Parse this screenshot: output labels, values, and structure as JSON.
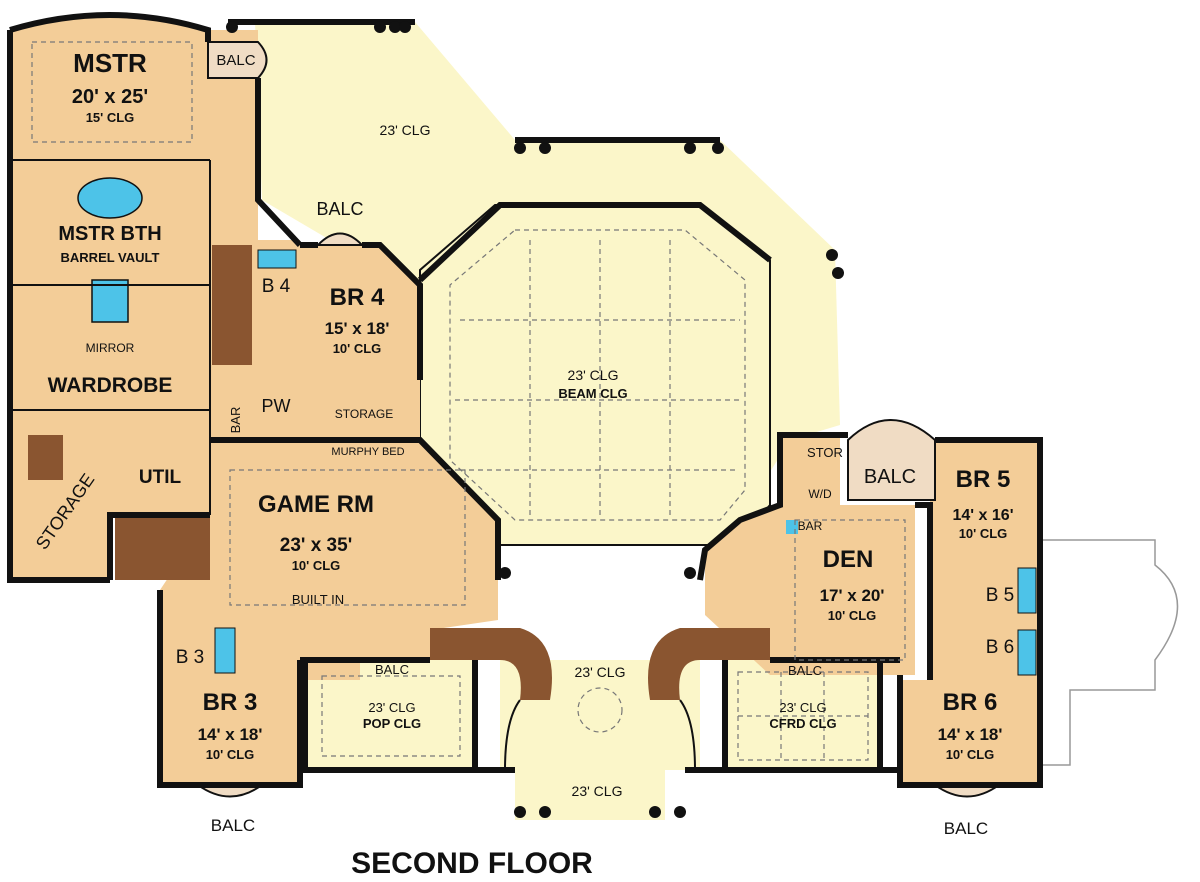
{
  "title": "SECOND FLOOR",
  "colors": {
    "room_fill": "#f3cd98",
    "open_fill": "#fbf6c9",
    "wall": "#111111",
    "stair": "#8a5530",
    "water": "#4dc3e8",
    "balcony": "#f0dcc4"
  },
  "rooms": {
    "mstr": {
      "name": "MSTR",
      "dim": "20' x 25'",
      "clg": "15' CLG"
    },
    "mstr_bth": {
      "name": "MSTR BTH",
      "note": "BARREL VAULT"
    },
    "mirror": "MIRROR",
    "wardrobe": "WARDROBE",
    "storage_left": "STORAGE",
    "util": "UTIL",
    "br4": {
      "name": "BR 4",
      "dim": "15' x 18'",
      "clg": "10' CLG"
    },
    "b4": "B 4",
    "pw": "PW",
    "bar_left": "BAR",
    "storage_mid": "STORAGE",
    "murphy": "MURPHY BED",
    "game": {
      "name": "GAME RM",
      "dim": "23' x 35'",
      "clg": "10' CLG"
    },
    "built_in": "BUILT IN",
    "b3": "B 3",
    "br3": {
      "name": "BR 3",
      "dim": "14' x 18'",
      "clg": "10' CLG"
    },
    "pop": {
      "clg": "23' CLG",
      "type": "POP CLG"
    },
    "cfrd": {
      "clg": "23' CLG",
      "type": "CFRD CLG"
    },
    "den": {
      "name": "DEN",
      "dim": "17' x 20'",
      "clg": "10' CLG"
    },
    "stor": "STOR",
    "wd": "W/D",
    "bar_right": "BAR",
    "br5": {
      "name": "BR 5",
      "dim": "14' x 16'",
      "clg": "10' CLG"
    },
    "b5": "B 5",
    "b6": "B 6",
    "br6": {
      "name": "BR 6",
      "dim": "14' x 18'",
      "clg": "10' CLG"
    }
  },
  "open": {
    "upper_clg": "23' CLG",
    "beam_clg": "23' CLG",
    "beam_type": "BEAM CLG",
    "entry_clg": "23' CLG",
    "porch_clg": "23' CLG"
  },
  "balconies": {
    "mstr": "BALC",
    "br4": "BALC",
    "game": "BALC",
    "den": "BALC",
    "side_right": "BALC",
    "br3": "BALC",
    "br6": "BALC"
  }
}
